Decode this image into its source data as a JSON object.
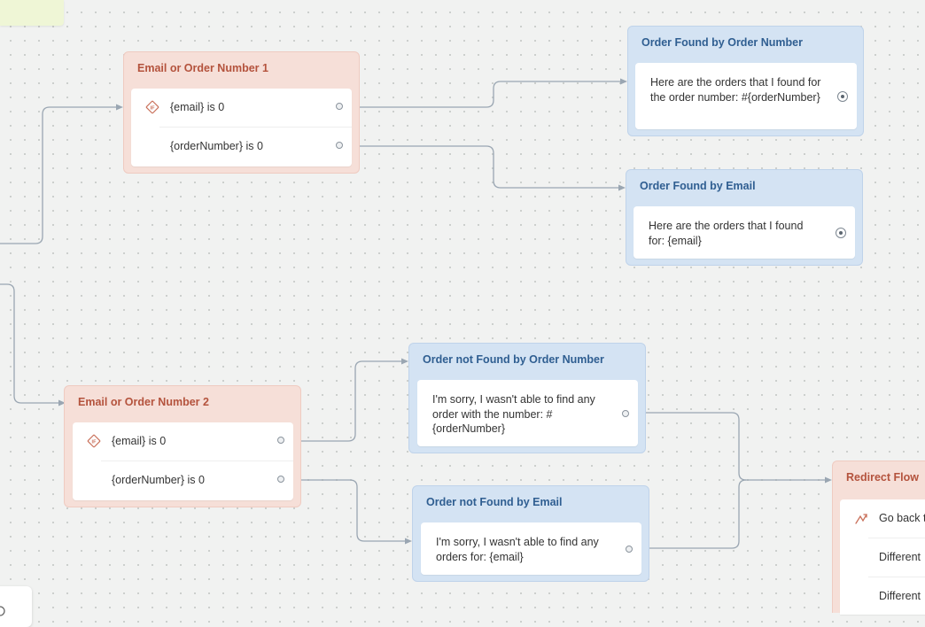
{
  "nodes": {
    "cond1": {
      "title": "Email or Order Number 1",
      "rows": [
        {
          "text": "{email} is 0"
        },
        {
          "text": "{orderNumber} is 0"
        }
      ]
    },
    "cond2": {
      "title": "Email or Order Number 2",
      "rows": [
        {
          "text": "{email} is 0"
        },
        {
          "text": "{orderNumber} is 0"
        }
      ]
    },
    "found_order": {
      "title": "Order Found by Order Number",
      "message": "Here are the orders that I found for the order number: #{orderNumber}"
    },
    "found_email": {
      "title": "Order Found by Email",
      "message": "Here are the orders that I found for: {email}"
    },
    "notfound_order": {
      "title": "Order not Found by Order Number",
      "message": "I'm sorry, I wasn't able to find any order with the number: #{orderNumber}"
    },
    "notfound_email": {
      "title": "Order not Found by Email",
      "message": "I'm sorry, I wasn't able to find any orders for: {email}"
    },
    "redirect": {
      "title": "Redirect Flow",
      "rows": [
        {
          "text": "Go back t"
        },
        {
          "text": "Different"
        },
        {
          "text": "Different"
        }
      ]
    }
  },
  "icons": {
    "condition": "if-diamond-icon",
    "redirect": "redirect-arrow-icon",
    "output_port": "port-dot-icon",
    "end_port": "radio-port-icon"
  },
  "colors": {
    "canvas": "#f1f2f1",
    "condition_bg": "#f6dfd8",
    "condition_title": "#b4533d",
    "message_bg": "#d4e3f3",
    "message_title": "#2f5e91",
    "connector": "#9aa6b2"
  }
}
